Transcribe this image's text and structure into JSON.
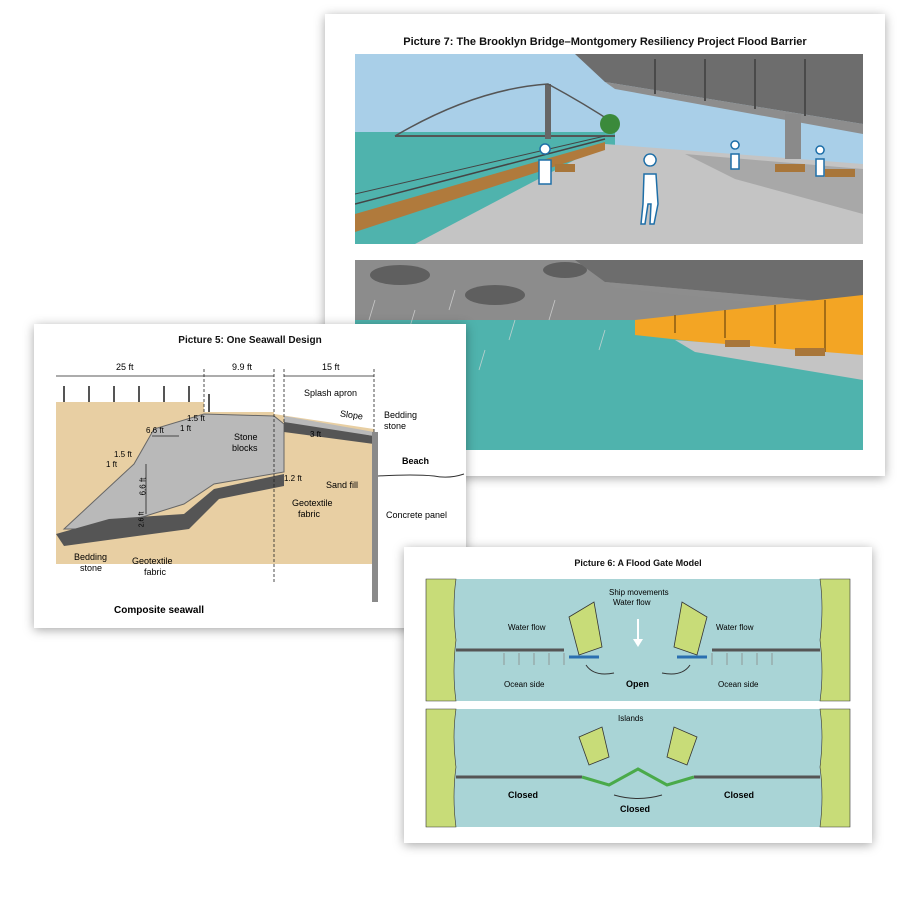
{
  "picture7": {
    "title": "Picture 7: The Brooklyn Bridge–Montgomery Resiliency Project Flood Barrier"
  },
  "picture5": {
    "title": "Picture 5: One Seawall Design",
    "dim_25": "25 ft",
    "dim_9_9": "9.9 ft",
    "dim_15": "15 ft",
    "dim_6_6_h": "6.6 ft",
    "dim_1_5_a": "1.5 ft",
    "dim_1_a": "1 ft",
    "dim_1_5_b": "1.5 ft",
    "dim_1_b": "1 ft",
    "dim_6_6_v": "6.6 ft",
    "dim_2_6": "2.6 ft",
    "dim_3": "3 ft",
    "dim_1_2": "1.2 ft",
    "splash_apron": "Splash apron",
    "slope": "Slope",
    "bedding_stone_right_1": "Bedding",
    "bedding_stone_right_2": "stone",
    "stone_blocks_1": "Stone",
    "stone_blocks_2": "blocks",
    "beach": "Beach",
    "sand_fill": "Sand fill",
    "geotextile_right_1": "Geotextile",
    "geotextile_right_2": "fabric",
    "concrete_panel": "Concrete panel",
    "bedding_left_1": "Bedding",
    "bedding_left_2": "stone",
    "geotextile_left_1": "Geotextile",
    "geotextile_left_2": "fabric",
    "caption": "Composite seawall"
  },
  "picture6": {
    "title": "Picture 6: A Flood Gate Model",
    "ship_movements": "Ship movements",
    "water_flow_center": "Water flow",
    "water_flow_left": "Water flow",
    "water_flow_right": "Water flow",
    "ocean_side_left": "Ocean side",
    "ocean_side_right": "Ocean side",
    "open": "Open",
    "islands": "Islands",
    "closed_left": "Closed",
    "closed_center": "Closed",
    "closed_right": "Closed"
  },
  "colors": {
    "sky": "#a9cfe8",
    "water": "#4fb3ad",
    "sand": "#e8cfa3",
    "stone": "#b9b9b9",
    "barrier_orange": "#f3a524",
    "gate_water": "#a9d4d6",
    "land_green": "#c8dc78"
  }
}
